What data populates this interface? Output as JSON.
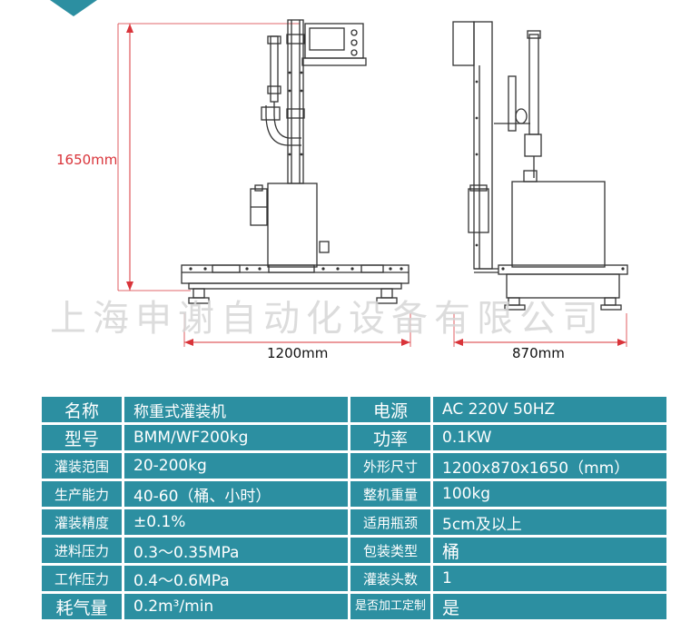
{
  "dimensions": {
    "height": "1650mm",
    "width_front": "1200mm",
    "width_side": "870mm"
  },
  "watermark": "上海申谢自动化设备有限公司",
  "specs": [
    {
      "l1": "名称",
      "v1": "称重式灌装机",
      "l2": "电源",
      "v2": "AC 220V 50HZ"
    },
    {
      "l1": "型号",
      "v1": "BMM/WF200kg",
      "l2": "功率",
      "v2": "0.1KW"
    },
    {
      "l1": "灌装范围",
      "v1": "20-200kg",
      "l2": "外形尺寸",
      "v2": "1200x870x1650（mm）"
    },
    {
      "l1": "生产能力",
      "v1": "40-60（桶、小时）",
      "l2": "整机重量",
      "v2": "100kg"
    },
    {
      "l1": "灌装精度",
      "v1": "±0.1%",
      "l2": "适用瓶颈",
      "v2": "5cm及以上"
    },
    {
      "l1": "进料压力",
      "v1": "0.3～0.35MPa",
      "l2": "包装类型",
      "v2": "桶"
    },
    {
      "l1": "工作压力",
      "v1": "0.4～0.6MPa",
      "l2": "灌装头数",
      "v2": "1"
    },
    {
      "l1": "耗气量",
      "v1": "0.2m³/min",
      "l2": "是否加工定制",
      "v2": "是"
    }
  ]
}
